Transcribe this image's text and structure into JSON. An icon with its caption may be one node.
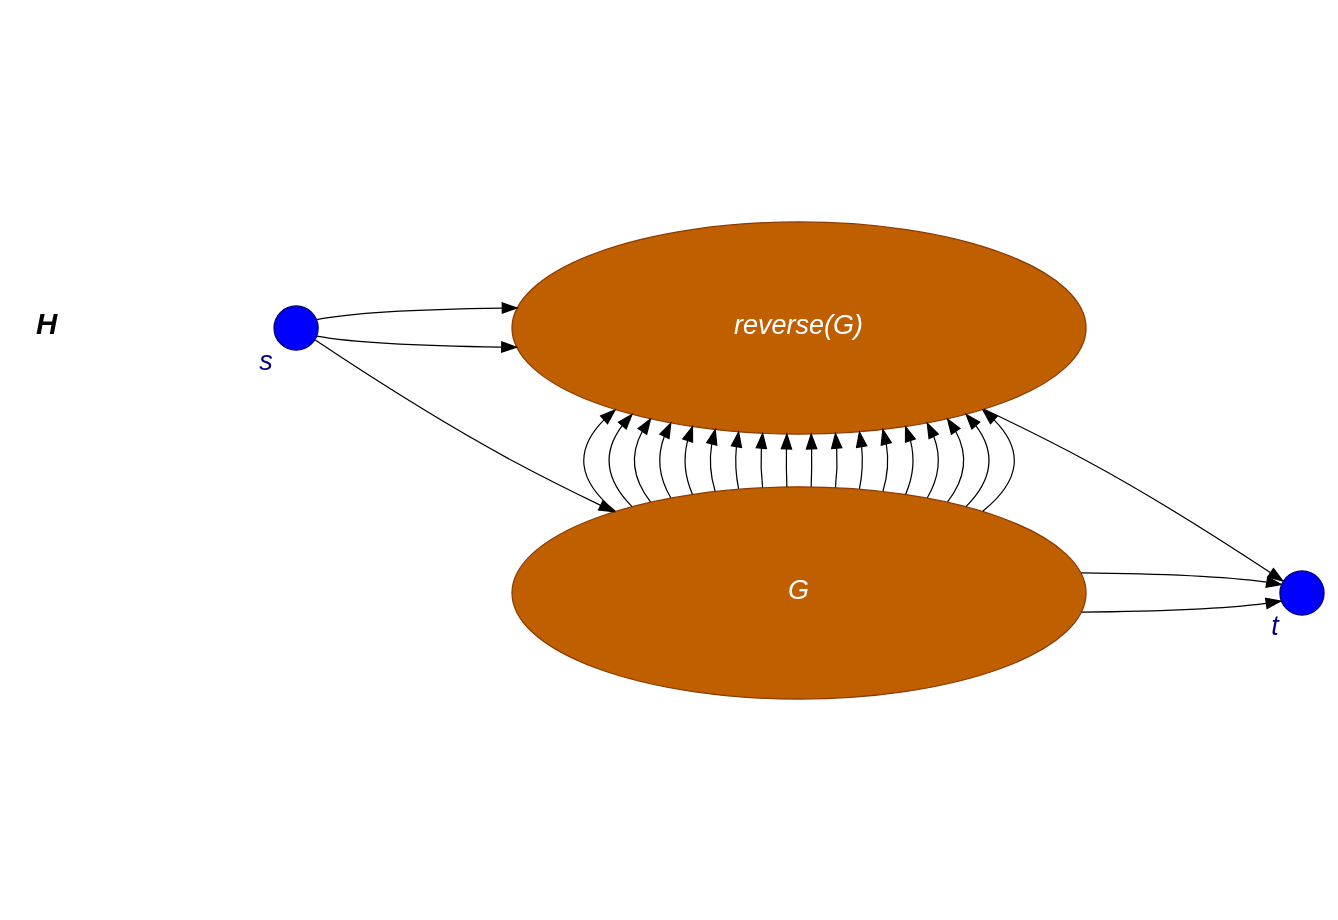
{
  "diagram": {
    "nodes": [
      {
        "text": [
          "reverse(G)"
        ]
      },
      {
        "text": [],
        "shape": "circle",
        "beside": [
          "s"
        ]
      },
      {
        "text": [],
        "shape": "circle",
        "beside": [
          "t"
        ]
      },
      {
        "text": [
          "G"
        ]
      }
    ],
    "edges": [
      {
        "from": 1,
        "to": 0,
        "arrow": "to"
      },
      {
        "from": 1,
        "to": 0,
        "arrow": "to"
      },
      {
        "from": 1,
        "to": 3,
        "arrow": "to"
      },
      {
        "from": 0,
        "to": 2,
        "arrow": "to"
      },
      {
        "from": 3,
        "to": 2,
        "arrow": "to"
      },
      {
        "from": 3,
        "to": 2,
        "arrow": "to"
      },
      {
        "from": 3,
        "to": 0,
        "arrow": "to"
      },
      {
        "from": 3,
        "to": 0,
        "arrow": "to"
      },
      {
        "from": 3,
        "to": 0,
        "arrow": "to"
      },
      {
        "from": 3,
        "to": 0,
        "arrow": "to"
      },
      {
        "from": 3,
        "to": 0,
        "arrow": "to"
      },
      {
        "from": 3,
        "to": 0,
        "arrow": "to"
      },
      {
        "from": 3,
        "to": 0,
        "arrow": "to"
      },
      {
        "from": 3,
        "to": 0,
        "arrow": "to"
      },
      {
        "from": 3,
        "to": 0,
        "arrow": "to"
      },
      {
        "from": 3,
        "to": 0,
        "arrow": "to"
      },
      {
        "from": 3,
        "to": 0,
        "arrow": "to"
      },
      {
        "from": 3,
        "to": 0,
        "arrow": "to"
      },
      {
        "from": 3,
        "to": 0,
        "arrow": "to"
      },
      {
        "from": 3,
        "to": 0,
        "arrow": "to"
      },
      {
        "from": 3,
        "to": 0,
        "arrow": "to"
      },
      {
        "from": 3,
        "to": 0,
        "arrow": "to"
      },
      {
        "from": 3,
        "to": 0,
        "arrow": "to"
      },
      {
        "from": 3,
        "to": 0,
        "arrow": "to"
      }
    ],
    "labels": [
      "H"
    ]
  }
}
